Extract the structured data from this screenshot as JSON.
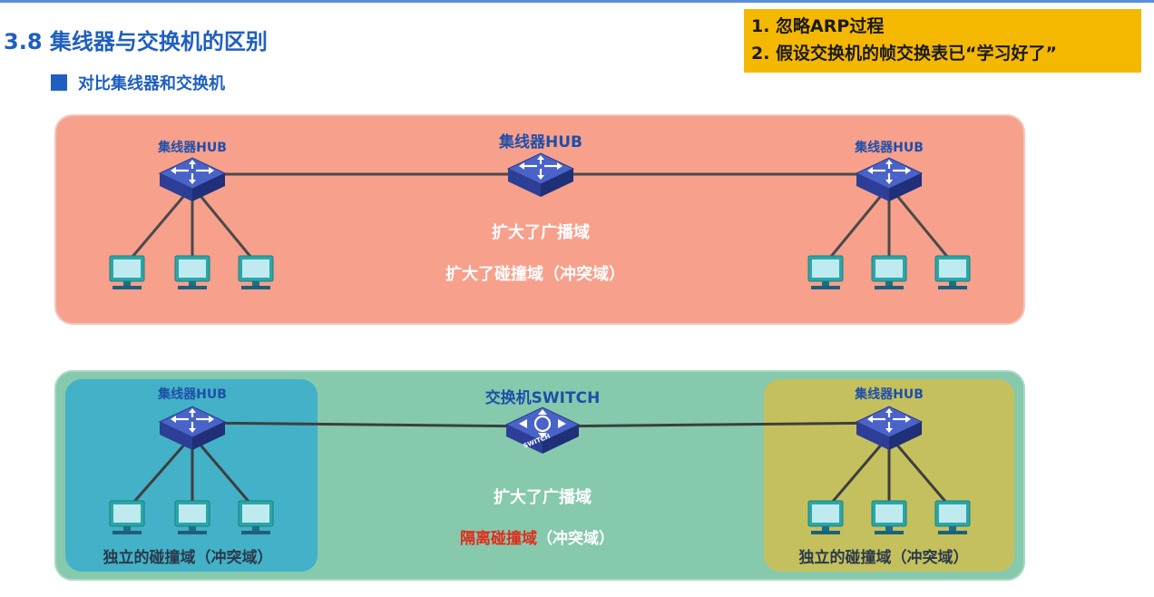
{
  "slide": {
    "title": "3.8 集线器与交换机的区别",
    "subtitle": "对比集线器和交换机"
  },
  "note": {
    "line1": "1. 忽略ARP过程",
    "line2": "2. 假设交换机的帧交换表已“学习好了”"
  },
  "top_panel": {
    "left_hub": "集线器HUB",
    "center_hub": "集线器HUB",
    "right_hub": "集线器HUB",
    "broadcast_text": "扩大了广播域",
    "collision_text": "扩大了碰撞域（冲突域）"
  },
  "bottom_panel": {
    "left_hub": "集线器HUB",
    "center_switch": "交换机SWITCH",
    "switch_icon_text": "SWITCH",
    "right_hub": "集线器HUB",
    "broadcast_text": "扩大了广播域",
    "isolate_red": "隔离碰撞域",
    "isolate_rest": "（冲突域）",
    "left_domain": "独立的碰撞域（冲突域）",
    "right_domain": "独立的碰撞域（冲突域）"
  },
  "colors": {
    "title_blue": "#1f5fc0",
    "note_bg": "#f5b800",
    "top_panel_bg": "#f7a08c",
    "bottom_panel_bg": "#86c9ad",
    "left_domain_bg": "#3fb0c8",
    "right_domain_bg": "#c8c05a",
    "isolate_red": "#e02b1a"
  }
}
